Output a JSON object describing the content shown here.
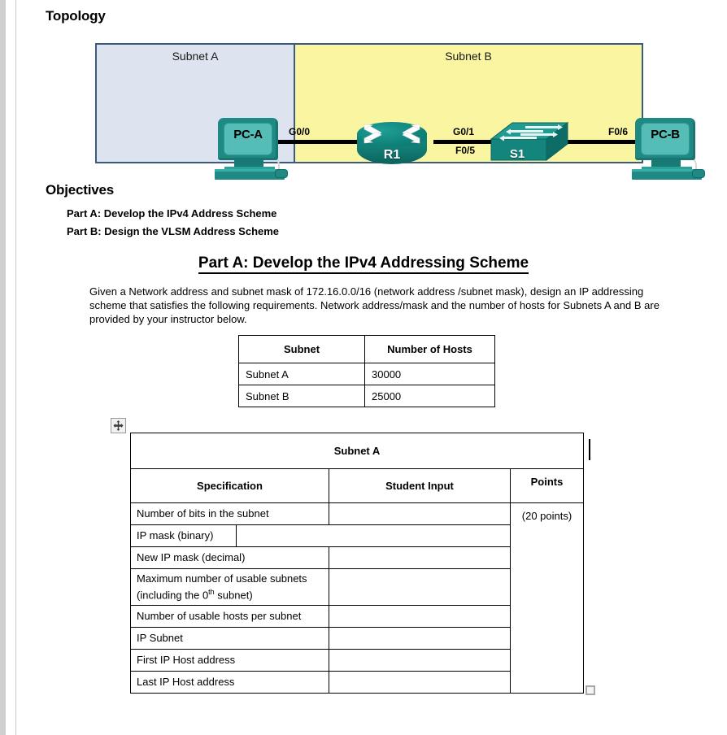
{
  "headings": {
    "topology": "Topology",
    "objectives": "Objectives",
    "part_a_title": "Part A: Develop the IPv4 Addressing Scheme"
  },
  "objectives": {
    "part_a": "Part A: Develop the IPv4 Address Scheme",
    "part_b": "Part B: Design the VLSM Address Scheme"
  },
  "paragraph": "Given a Network address and subnet mask of 172.16.0.0/16 (network address /subnet mask), design an IP addressing scheme that satisfies the following requirements. Network address/mask and the number of hosts for Subnets A and B are provided by your instructor below.",
  "topology": {
    "zone_a_label": "Subnet A",
    "zone_b_label": "Subnet B",
    "devices": {
      "pc_a": "PC-A",
      "router": "R1",
      "switch": "S1",
      "pc_b": "PC-B"
    },
    "ports": {
      "g0_0": "G0/0",
      "g0_1": "G0/1",
      "f0_5": "F0/5",
      "f0_6": "F0/6"
    },
    "colors": {
      "zone_a_bg": "#dde4ef",
      "zone_b_bg": "#faf5a0",
      "border": "#3c5a80",
      "device_teal": "#137f77"
    }
  },
  "hosts_table": {
    "headers": [
      "Subnet",
      "Number of Hosts"
    ],
    "rows": [
      [
        "Subnet A",
        "30000"
      ],
      [
        "Subnet B",
        "25000"
      ]
    ]
  },
  "spec_table": {
    "title": "Subnet A",
    "headers": [
      "Specification",
      "Student Input",
      "Points"
    ],
    "points_value": "(20 points)",
    "rows": [
      {
        "label": "Number of bits in the subnet",
        "value": ""
      },
      {
        "label": "IP mask (binary)",
        "value": "",
        "split": "narrow"
      },
      {
        "label": "New IP mask (decimal)",
        "value": ""
      },
      {
        "label": "Maximum number of usable subnets (including the 0th subnet)",
        "value": "",
        "tall": true,
        "sup": "th"
      },
      {
        "label": "Number of usable hosts per subnet",
        "value": ""
      },
      {
        "label": "IP Subnet",
        "value": ""
      },
      {
        "label": "First IP Host address",
        "value": ""
      },
      {
        "label": "Last IP Host address",
        "value": ""
      }
    ]
  },
  "handles": {
    "move": "table-move-handle",
    "resize": "table-resize-handle"
  }
}
